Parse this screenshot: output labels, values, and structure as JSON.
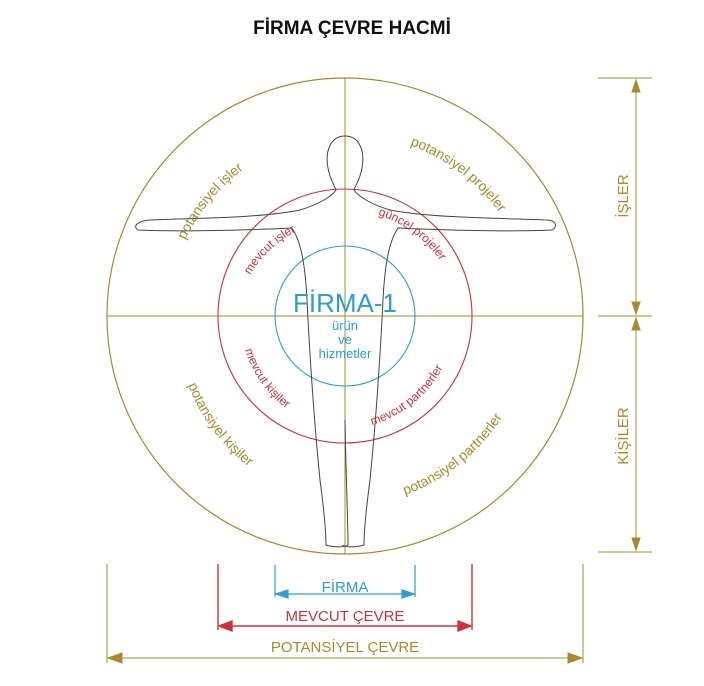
{
  "title": "FİRMA ÇEVRE HACMİ",
  "colors": {
    "gold": "#a88a2c",
    "red": "#d0303a",
    "blue": "#2a9fd0",
    "figure": "#444444"
  },
  "center": {
    "name": "FİRMA-1",
    "line1": "ürün",
    "line2": "ve",
    "line3": "hizmetler"
  },
  "outer_ring": {
    "top_left": "potansiyel işler",
    "top_right": "potansiyel projeler",
    "bottom_left": "potansiyel kişiler",
    "bottom_right": "potansiyel partnerler"
  },
  "middle_ring": {
    "top_left": "mevcut işler",
    "top_right": "güncel projeler",
    "bottom_left": "mevcut kişiler",
    "bottom_right": "mevcut partnerler"
  },
  "side_axis": {
    "top": "İŞLER",
    "bottom": "KİŞİLER"
  },
  "bottom_axis": {
    "inner": "FİRMA",
    "middle": "MEVCUT ÇEVRE",
    "outer": "POTANSİYEL ÇEVRE"
  }
}
